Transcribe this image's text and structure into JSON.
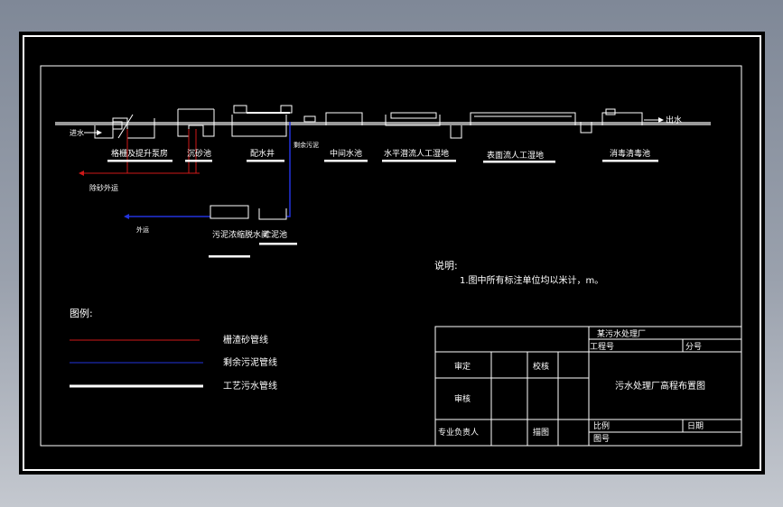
{
  "colors": {
    "background": "#000000",
    "frame": "#ffffff",
    "sand_pipe": "#d01818",
    "sludge_pipe": "#2233dd",
    "process_pipe": "#ffffff",
    "ground": "#9a9a9a"
  },
  "units": {
    "grit_lift": "格栅及提升泵房",
    "grit_chamber": "沉砂池",
    "distribution": "配水井",
    "intermediate": "中间水池",
    "horizontal_wetland": "水平潜流人工湿地",
    "surface_wetland": "表面流人工湿地",
    "disinfection": "消毒清毒池",
    "sludge_dewatering": "污泥浓缩脱水间",
    "sludge_pool": "贮泥池"
  },
  "labels": {
    "inflow": "进水",
    "outflow": "出水",
    "sand_out": "除砂外运",
    "sludge_out": "外运",
    "sludge_return": "剩余污泥"
  },
  "notes": {
    "heading": "说明:",
    "line1": "1.图中所有标注单位均以米计，m。"
  },
  "legend": {
    "title": "图例:",
    "items": [
      {
        "label": "栅渣砂管线",
        "color": "#d01818"
      },
      {
        "label": "剩余污泥管线",
        "color": "#2233dd"
      },
      {
        "label": "工艺污水管线",
        "color": "#ffffff"
      }
    ]
  },
  "title_block": {
    "company": "某污水处理厂",
    "project_no_label": "工程号",
    "sub_no_label": "分号",
    "review_label": "审定",
    "check_label": "校核",
    "audit_label": "审核",
    "drawing_title": "污水处理厂高程布置图",
    "responsible_label": "专业负责人",
    "drawn_label": "描图",
    "scale_label": "比例",
    "date_label": "日期",
    "drawing_no_label": "图号"
  }
}
